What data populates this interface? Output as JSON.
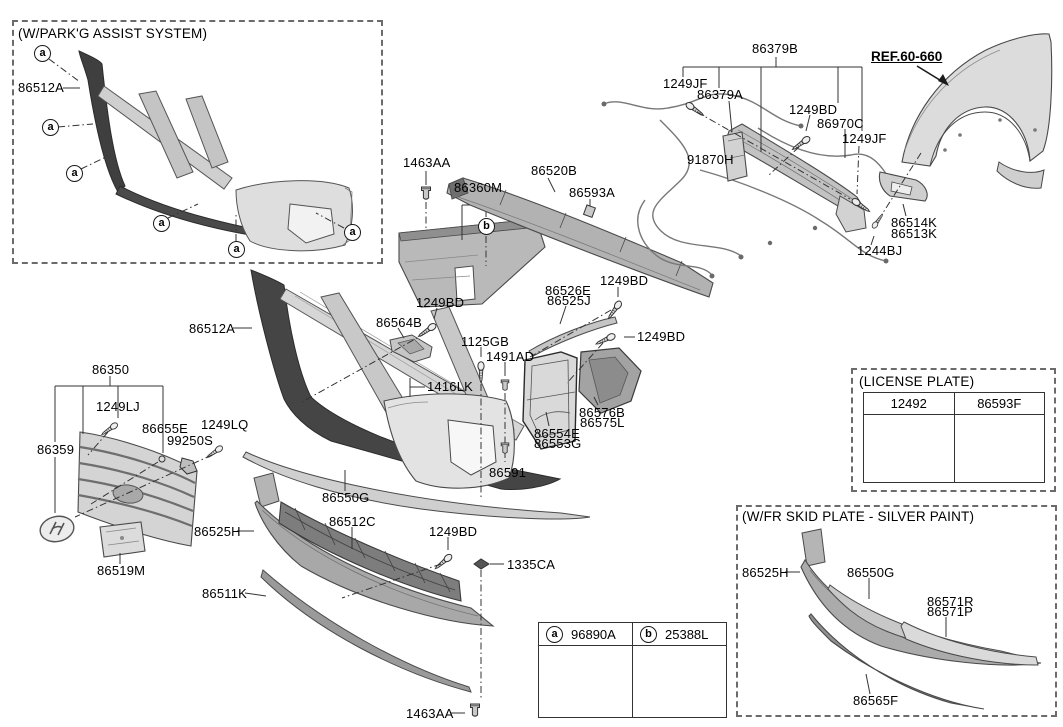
{
  "park_assist_box": {
    "title": "(W/PARK'G ASSIST SYSTEM)"
  },
  "callouts": {
    "a": "a",
    "b": "b"
  },
  "ref_label": "REF.60-660",
  "parts": {
    "p86512A_box": "86512A",
    "p1463AA_top": "1463AA",
    "p86360M": "86360M",
    "p86520B": "86520B",
    "p86593A": "86593A",
    "p86379B": "86379B",
    "p1249JF_a": "1249JF",
    "p86379A": "86379A",
    "p1249BD_a": "1249BD",
    "p86970C": "86970C",
    "p1249JF_b": "1249JF",
    "p91870H": "91870H",
    "p86514K": "86514K",
    "p86513K": "86513K",
    "p1244BJ": "1244BJ",
    "p86512A_main": "86512A",
    "p1249BD_b": "1249BD",
    "p86564B": "86564B",
    "p86526E": "86526E",
    "p86525J": "86525J",
    "p1249BD_c": "1249BD",
    "p1249BD_d": "1249BD",
    "p1125GB": "1125GB",
    "p1491AD": "1491AD",
    "p1416LK": "1416LK",
    "p86576B": "86576B",
    "p86575L": "86575L",
    "p86554E": "86554E",
    "p86553G": "86553G",
    "p86591": "86591",
    "p86550G_main": "86550G",
    "p86350": "86350",
    "p1249LJ": "1249LJ",
    "p86655E": "86655E",
    "p1249LQ": "1249LQ",
    "p99250S": "99250S",
    "p86359": "86359",
    "p86525H_main": "86525H",
    "p86519M": "86519M",
    "p86511K": "86511K",
    "p86512C": "86512C",
    "p1249BD_e": "1249BD",
    "p1335CA": "1335CA",
    "p1463AA_bot": "1463AA"
  },
  "license_plate_box": {
    "title": "(LICENSE PLATE)",
    "col1": "12492",
    "col2": "86593F"
  },
  "skid_plate_box": {
    "title": "(W/FR SKID PLATE - SILVER PAINT)",
    "parts": {
      "p86525H": "86525H",
      "p86550G": "86550G",
      "p86571R": "86571R",
      "p86571P": "86571P",
      "p86565F": "86565F"
    }
  },
  "legend": {
    "a": {
      "callout": "a",
      "part": "96890A"
    },
    "b": {
      "callout": "b",
      "part": "25388L"
    }
  },
  "colors": {
    "line": "#3a3a3a",
    "fill_light": "#e0e0e0",
    "fill_mid": "#bdbdbd",
    "fill_dark": "#6e6e6e"
  }
}
